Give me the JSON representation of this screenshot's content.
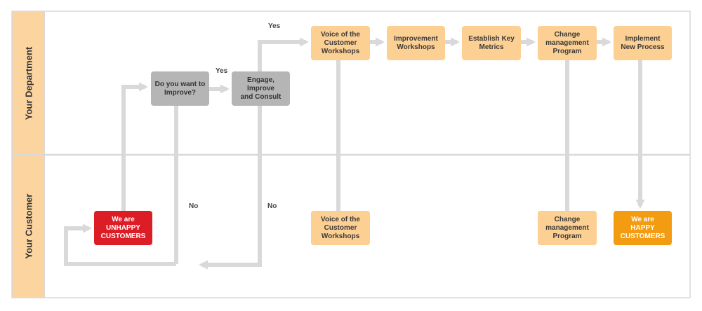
{
  "lanes": {
    "department": "Your Department",
    "customer": "Your Customer"
  },
  "nodes": {
    "decide": "Do you want to\nImprove?",
    "engage": "Engage, Improve\nand Consult",
    "voc_top": "Voice of the\nCustomer\nWorkshops",
    "improvement": "Improvement\nWorkshops",
    "metrics": "Establish Key\nMetrics",
    "change_top": "Change\nmanagement\nProgram",
    "implement": "Implement\nNew Process",
    "unhappy": "We are\nUNHAPPY\nCUSTOMERS",
    "voc_bottom": "Voice of the\nCustomer\nWorkshops",
    "change_bottom": "Change\nmanagement\nProgram",
    "happy": "We are\nHAPPY\nCUSTOMERS"
  },
  "edge_labels": {
    "yes_top": "Yes",
    "yes_mid": "Yes",
    "no_left": "No",
    "no_right": "No"
  },
  "colors": {
    "orange_box": "#fccf93",
    "gray_box": "#b5b5b5",
    "unhappy": "#dd1d26",
    "happy": "#f39c12",
    "lane_header": "#fcd4a0",
    "connector": "#d9d9d9"
  }
}
